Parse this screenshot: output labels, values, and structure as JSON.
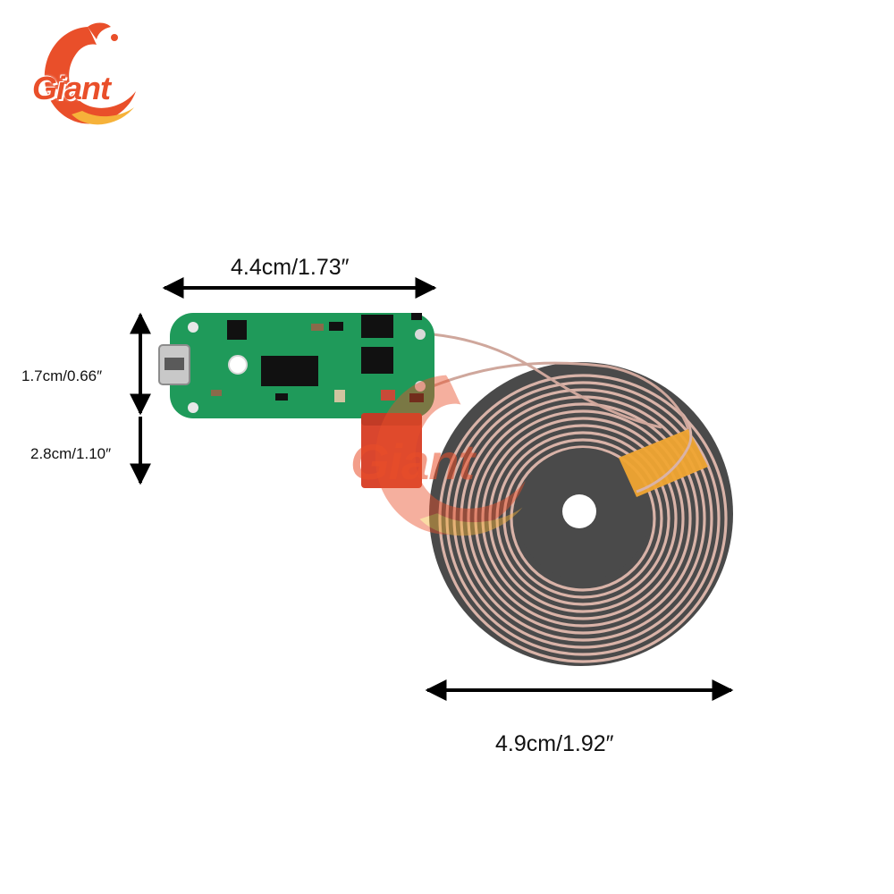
{
  "brand": {
    "logo_text": "Giant",
    "watermark_text": "Giant",
    "color": "#e94f2a"
  },
  "dimensions": {
    "pcb_width": "4.4cm/1.73″",
    "pcb_height": "1.7cm/0.66″",
    "coil_inner": "2.8cm/1.10″",
    "coil_width": "4.9cm/1.92″"
  },
  "colors": {
    "pcb_green": "#1f9a5a",
    "coil_disc": "#4a4a4a",
    "copper_wire": "#d9b3a8",
    "kapton_tape": "#f0a531",
    "capacitor_red": "#d9462e"
  }
}
